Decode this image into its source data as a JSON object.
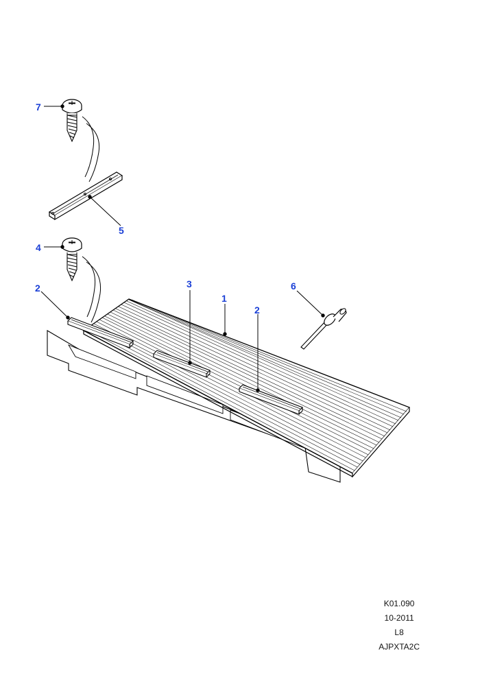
{
  "diagram": {
    "callouts": [
      {
        "id": "c7",
        "label": "7"
      },
      {
        "id": "c5",
        "label": "5"
      },
      {
        "id": "c4",
        "label": "4"
      },
      {
        "id": "c2a",
        "label": "2"
      },
      {
        "id": "c3",
        "label": "3"
      },
      {
        "id": "c1",
        "label": "1"
      },
      {
        "id": "c2b",
        "label": "2"
      },
      {
        "id": "c6",
        "label": "6"
      }
    ],
    "callout_color": "#1a3fd6",
    "line_color": "#000000"
  },
  "footer": {
    "ref_code": "K01.090",
    "date": "10-2011",
    "variant": "L8",
    "catalog_code": "AJPXTA2C"
  }
}
